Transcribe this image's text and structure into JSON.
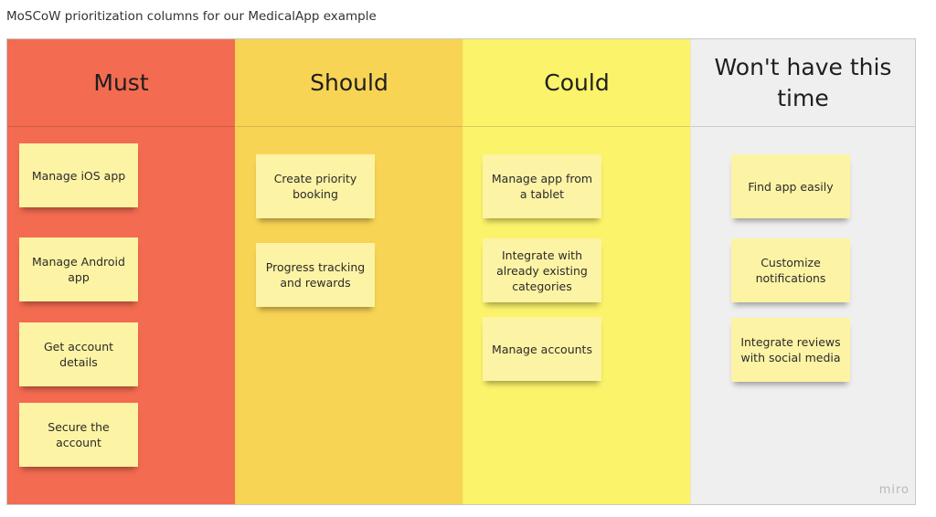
{
  "caption": "MoSCoW prioritization columns for our MedicalApp example",
  "columns": [
    {
      "title": "Must",
      "color": "#f36b50",
      "cards": [
        "Manage iOS app",
        "Manage Android app",
        "Get account details",
        "Secure the account"
      ]
    },
    {
      "title": "Should",
      "color": "#f8d455",
      "cards": [
        "Create priority booking",
        "Progress tracking and rewards"
      ]
    },
    {
      "title": "Could",
      "color": "#fbf36a",
      "cards": [
        "Manage app from a tablet",
        "Integrate with already existing categories",
        "Manage accounts"
      ]
    },
    {
      "title": "Won't have this time",
      "color": "#efefef",
      "cards": [
        "Find app easily",
        "Customize notifications",
        "Integrate reviews with social media"
      ]
    }
  ],
  "logo": "miro"
}
